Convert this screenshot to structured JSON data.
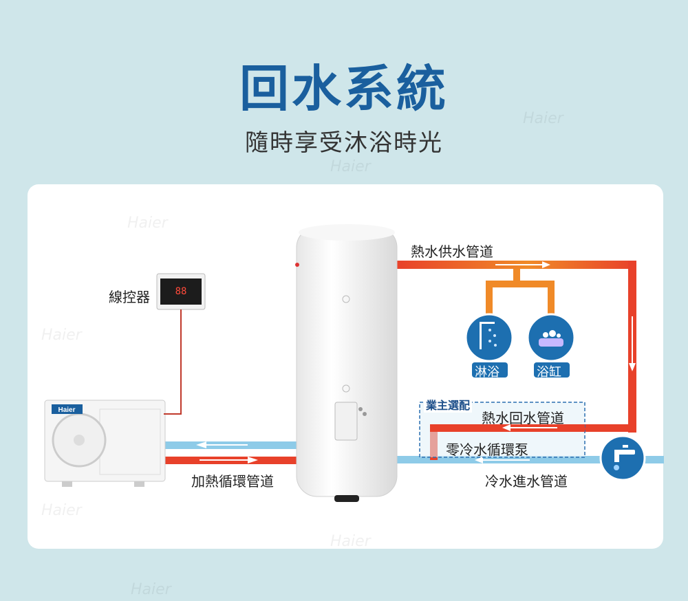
{
  "title": "回水系統",
  "subtitle": "隨時享受沐浴時光",
  "labels": {
    "controller": "線控器",
    "hot_supply": "熱水供水管道",
    "shower": "淋浴",
    "bathtub": "浴缸",
    "optional": "業主選配",
    "hot_return": "熱水回水管道",
    "pump": "零冷水循環泵",
    "heating_loop": "加熱循環管道",
    "cold_inlet": "冷水進水管道"
  },
  "brand": "Haier",
  "controller_display": "88",
  "colors": {
    "title": "#1a5f9e",
    "hot_pipe": "#e8412a",
    "hot_pipe_light": "#f08a28",
    "cold_pipe": "#8ecbe8",
    "icon_circle": "#1d6fb0"
  }
}
